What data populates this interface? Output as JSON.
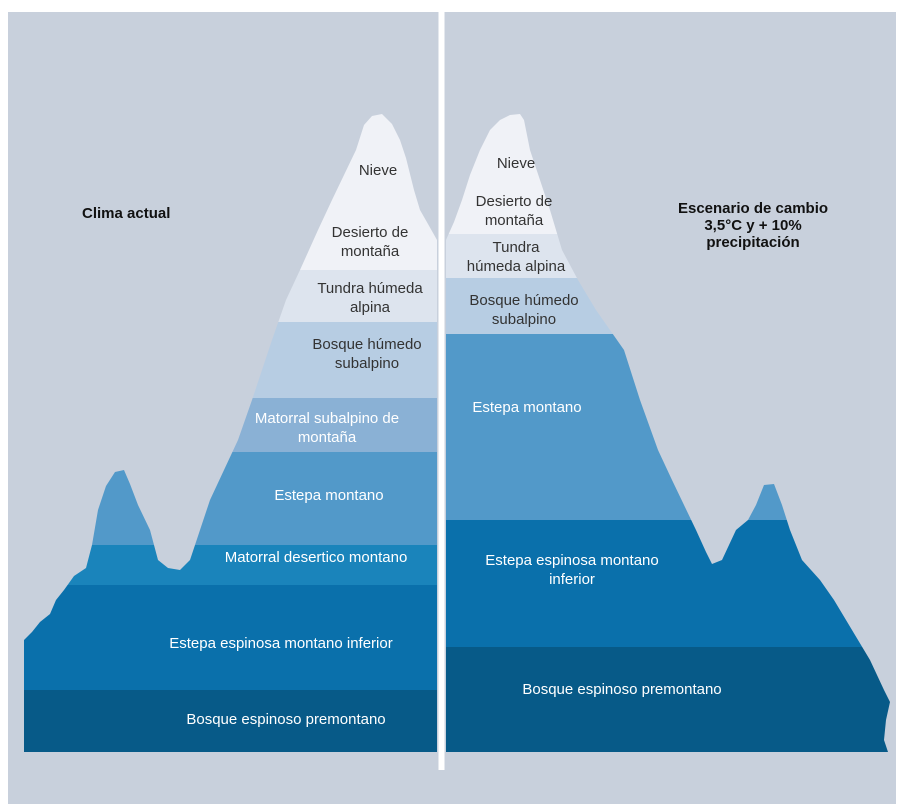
{
  "titles": {
    "left": "Clima actual",
    "right": [
      "Escenario de cambio",
      "3,5°C y + 10%",
      "precipitación"
    ]
  },
  "colors": {
    "background": "#c8d0dc",
    "divider": "#ffffff",
    "nieve": "#f0f2f7",
    "desierto": "#f0f2f7",
    "tundra": "#dde4ee",
    "bosque_humedo": "#b7cde3",
    "matorral_subalpino": "#8ab1d5",
    "estepa_montano": "#5299c9",
    "matorral_desertico": "#1a84bb",
    "estepa_espinosa": "#0a70ab",
    "bosque_espinoso": "#075a88",
    "label_dark": "#333333",
    "label_light": "#ffffff"
  },
  "left_mountain": {
    "label": "Clima actual",
    "zones": [
      {
        "label": [
          "Nieve"
        ],
        "color_key": "nieve"
      },
      {
        "label": [
          "Desierto de",
          "montaña"
        ],
        "color_key": "desierto"
      },
      {
        "label": [
          "Tundra húmeda",
          "alpina"
        ],
        "color_key": "tundra"
      },
      {
        "label": [
          "Bosque húmedo",
          "subalpino"
        ],
        "color_key": "bosque_humedo"
      },
      {
        "label": [
          "Matorral subalpino de",
          "montaña"
        ],
        "color_key": "matorral_subalpino"
      },
      {
        "label": [
          "Estepa montano"
        ],
        "color_key": "estepa_montano"
      },
      {
        "label": [
          "Matorral desertico montano"
        ],
        "color_key": "matorral_desertico"
      },
      {
        "label": [
          "Estepa espinosa montano inferior"
        ],
        "color_key": "estepa_espinosa"
      },
      {
        "label": [
          "Bosque espinoso premontano"
        ],
        "color_key": "bosque_espinoso"
      }
    ]
  },
  "right_mountain": {
    "label": "Escenario de cambio 3,5°C y + 10% precipitación",
    "zones": [
      {
        "label": [
          "Nieve"
        ],
        "color_key": "nieve"
      },
      {
        "label": [
          "Desierto de",
          "montaña"
        ],
        "color_key": "desierto"
      },
      {
        "label": [
          "Tundra",
          "húmeda alpina"
        ],
        "color_key": "tundra"
      },
      {
        "label": [
          "Bosque húmedo",
          "subalpino"
        ],
        "color_key": "bosque_humedo"
      },
      {
        "label": [
          "Estepa montano"
        ],
        "color_key": "estepa_montano"
      },
      {
        "label": [
          "Estepa espinosa montano",
          "inferior"
        ],
        "color_key": "estepa_espinosa"
      },
      {
        "label": [
          "Bosque espinoso premontano"
        ],
        "color_key": "bosque_espinoso"
      }
    ]
  }
}
